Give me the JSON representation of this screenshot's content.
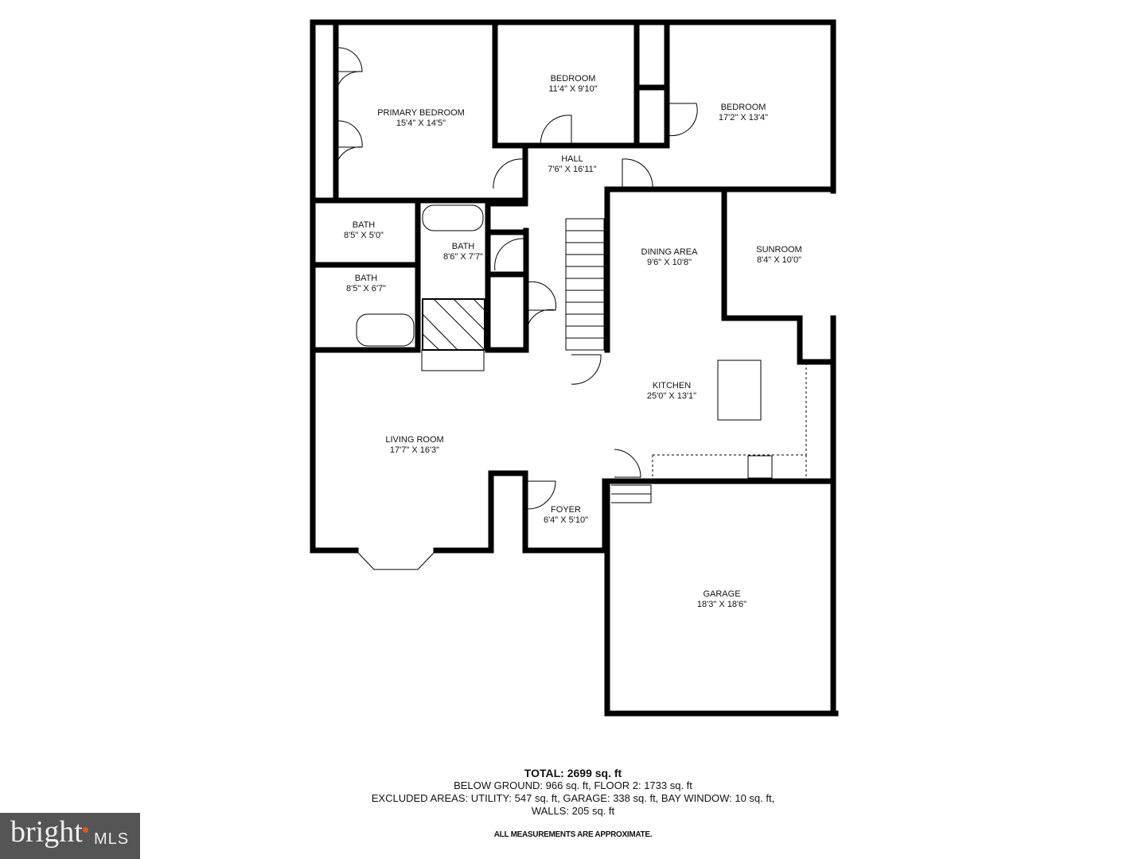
{
  "rooms": [
    {
      "name": "PRIMARY BEDROOM",
      "dim": "15'4\" X 14'5\""
    },
    {
      "name": "BEDROOM",
      "dim": "11'4\" X 9'10\""
    },
    {
      "name": "BEDROOM",
      "dim": "17'2\" X 13'4\""
    },
    {
      "name": "HALL",
      "dim": "7'6\" X 16'11\""
    },
    {
      "name": "BATH",
      "dim": "8'5\" X 5'0\""
    },
    {
      "name": "BATH",
      "dim": "8'6\" X 7'7\""
    },
    {
      "name": "BATH",
      "dim": "8'5\" X 6'7\""
    },
    {
      "name": "DINING AREA",
      "dim": "9'6\" X 10'8\""
    },
    {
      "name": "SUNROOM",
      "dim": "8'4\" X 10'0\""
    },
    {
      "name": "KITCHEN",
      "dim": "25'0\" X 13'1\""
    },
    {
      "name": "LIVING ROOM",
      "dim": "17'7\" X 16'3\""
    },
    {
      "name": "FOYER",
      "dim": "6'4\" X 5'10\""
    },
    {
      "name": "GARAGE",
      "dim": "18'3\" X 18'6\""
    }
  ],
  "summary": {
    "total": "TOTAL: 2699 sq. ft",
    "line1": "BELOW GROUND: 966 sq. ft, FLOOR 2: 1733 sq. ft",
    "line2": "EXCLUDED AREAS: UTILITY: 547 sq. ft, GARAGE: 338 sq. ft, BAY WINDOW: 10 sq. ft,",
    "line3": "WALLS: 205 sq. ft",
    "note": "ALL MEASUREMENTS ARE APPROXIMATE."
  },
  "logo": {
    "brand": "bright",
    "suffix": "MLS"
  }
}
